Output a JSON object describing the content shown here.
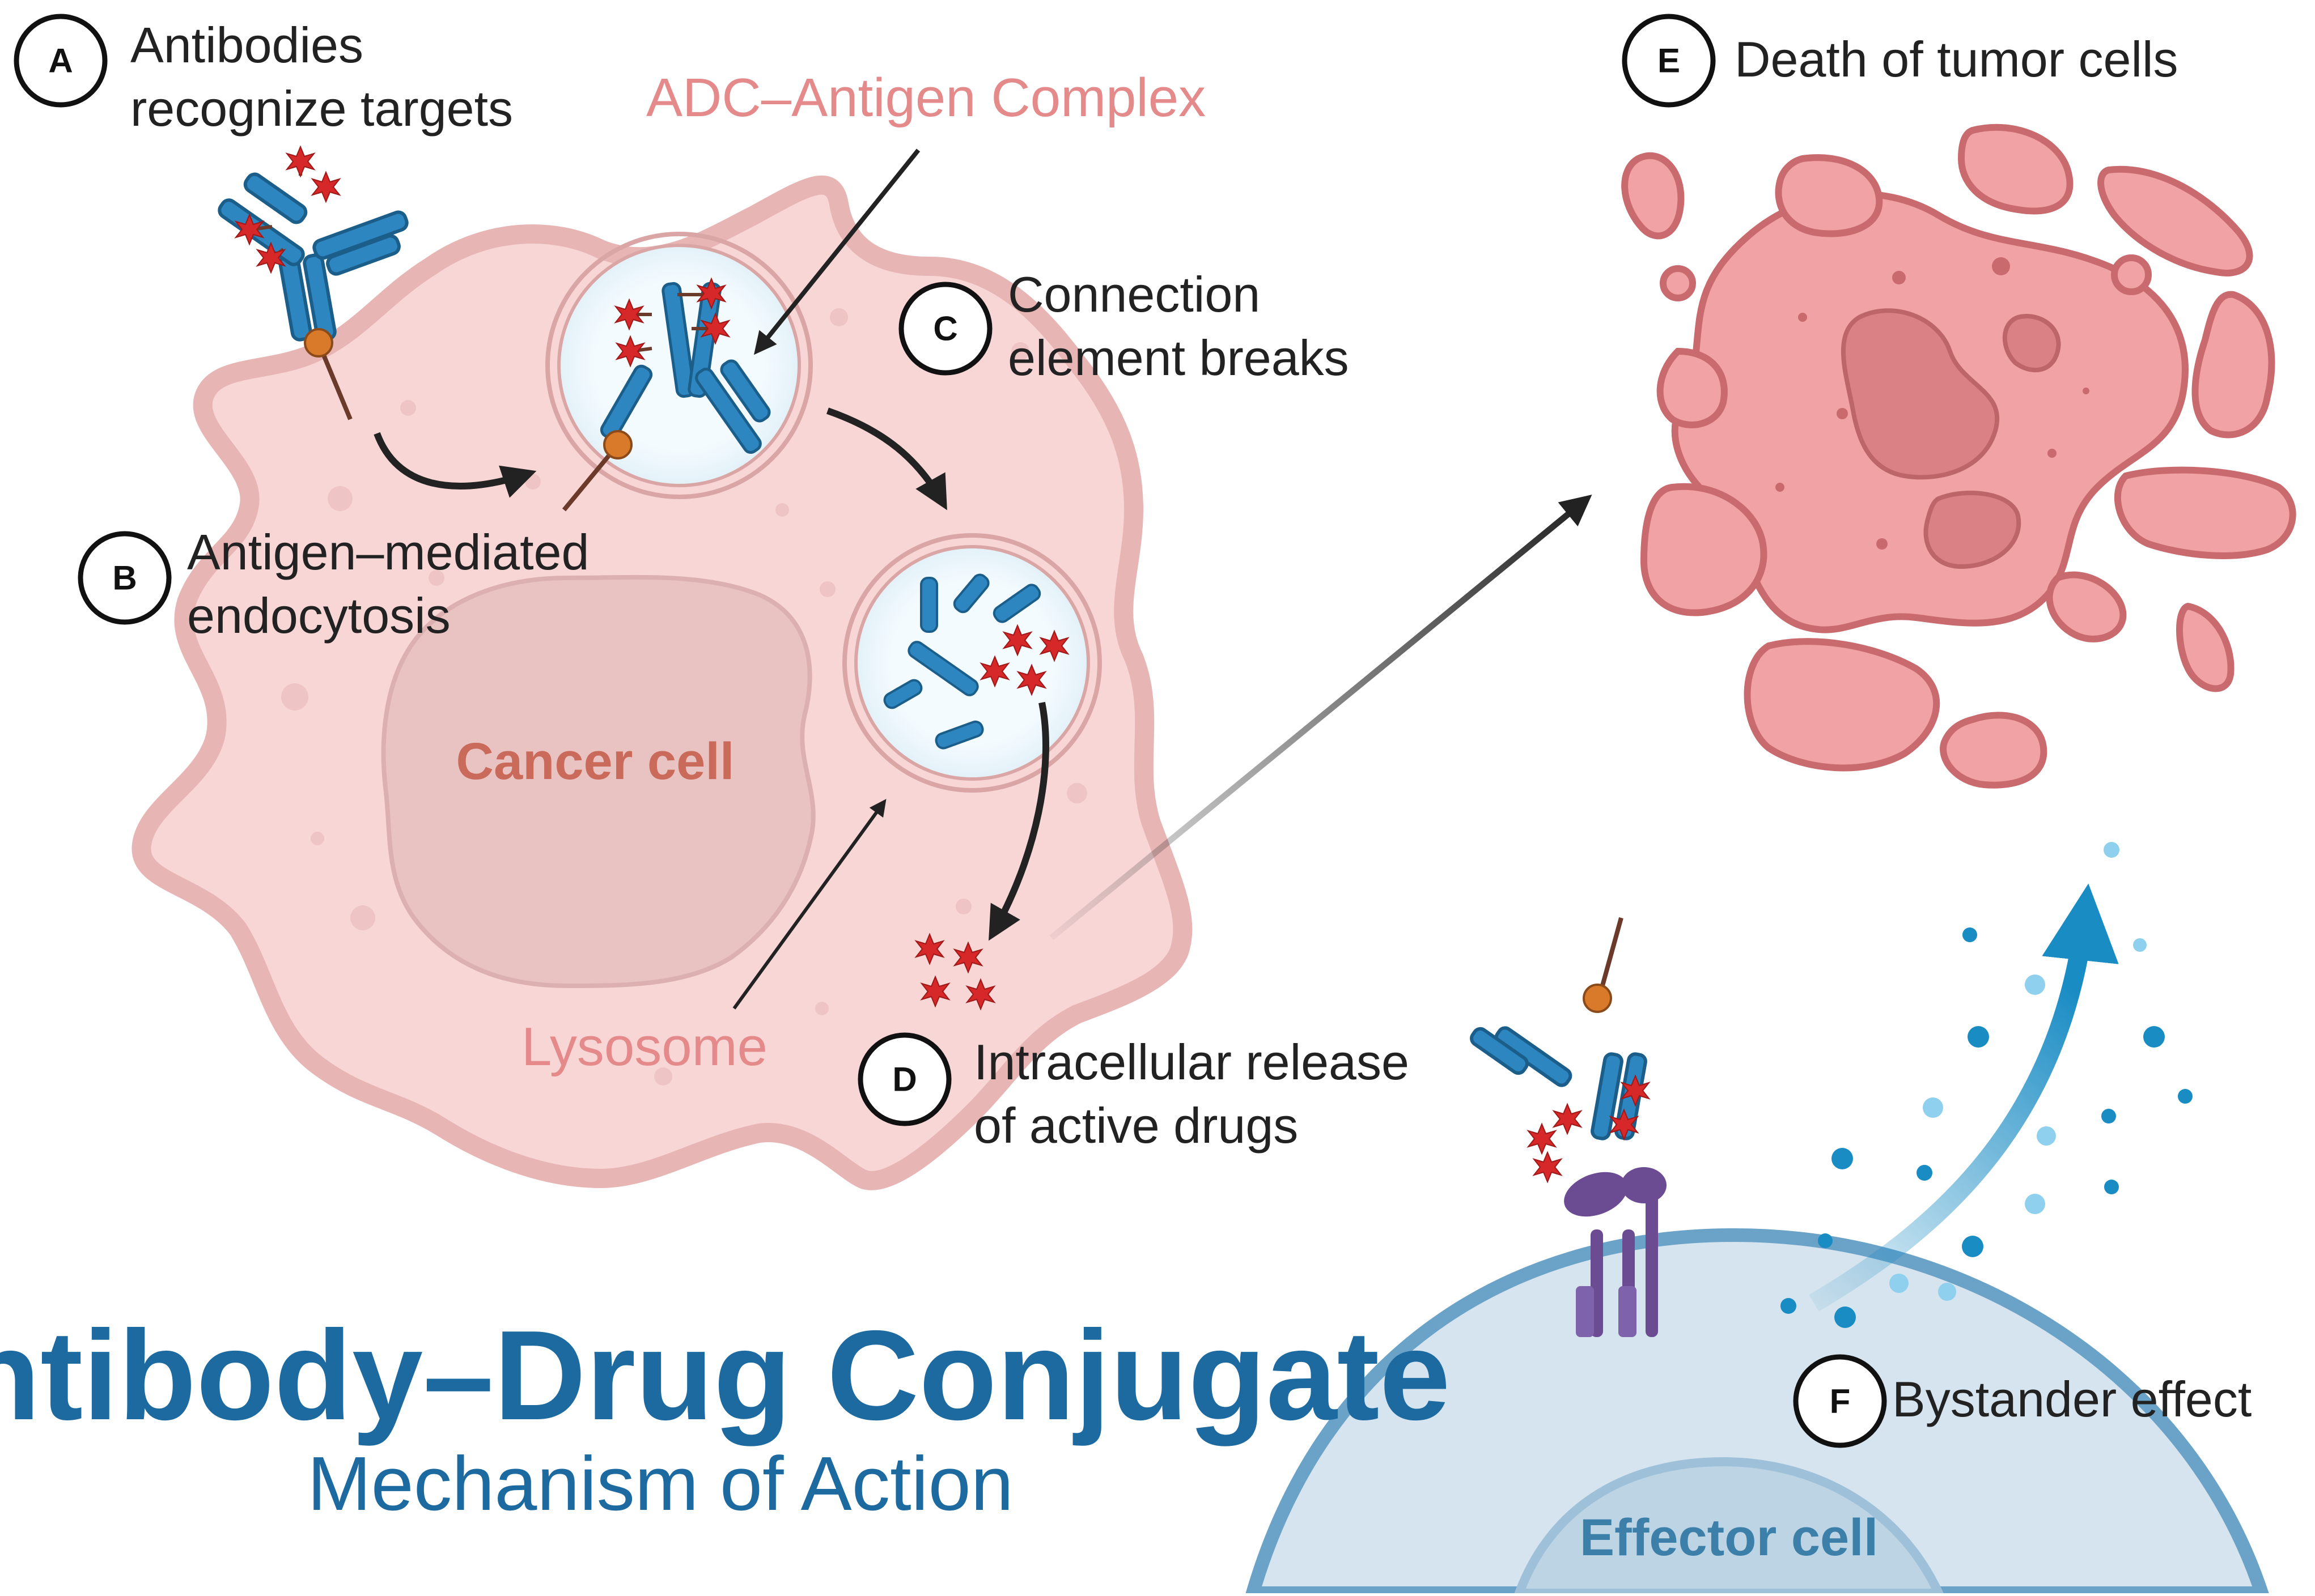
{
  "title": "Antibody–Drug Conjugate",
  "subtitle": "Mechanism of Action",
  "labels": {
    "adc_complex": "ADC–Antigen Complex",
    "cancer_cell": "Cancer cell",
    "lysosome": "Lysosome",
    "effector_cell": "Effector cell"
  },
  "steps": [
    {
      "letter": "A",
      "line1": "Antibodies",
      "line2": "recognize targets"
    },
    {
      "letter": "B",
      "line1": "Antigen–mediated",
      "line2": "endocytosis"
    },
    {
      "letter": "C",
      "line1": "Connection",
      "line2": "element breaks"
    },
    {
      "letter": "D",
      "line1": "Intracellular release",
      "line2": "of active drugs"
    },
    {
      "letter": "E",
      "line1": "Death of tumor cells",
      "line2": ""
    },
    {
      "letter": "F",
      "line1": "Bystander effect",
      "line2": ""
    }
  ],
  "colors": {
    "cancer_cell_fill": "#f8d6d6",
    "cancer_cell_stroke": "#e8b5b5",
    "nucleus_fill": "#e9c2c2",
    "antibody": "#2e86c1",
    "antibody_dark": "#1b5e8a",
    "payload": "#d62828",
    "linker": "#d97a2b",
    "tumor_fill": "#f0a2a4",
    "tumor_stroke": "#c96b6e",
    "effector_fill": "#d5e4ee",
    "effector_stroke": "#6aa2c8",
    "receptor": "#6b4c93",
    "title": "#1c6aa0",
    "bystander": "#1a8cc4"
  }
}
